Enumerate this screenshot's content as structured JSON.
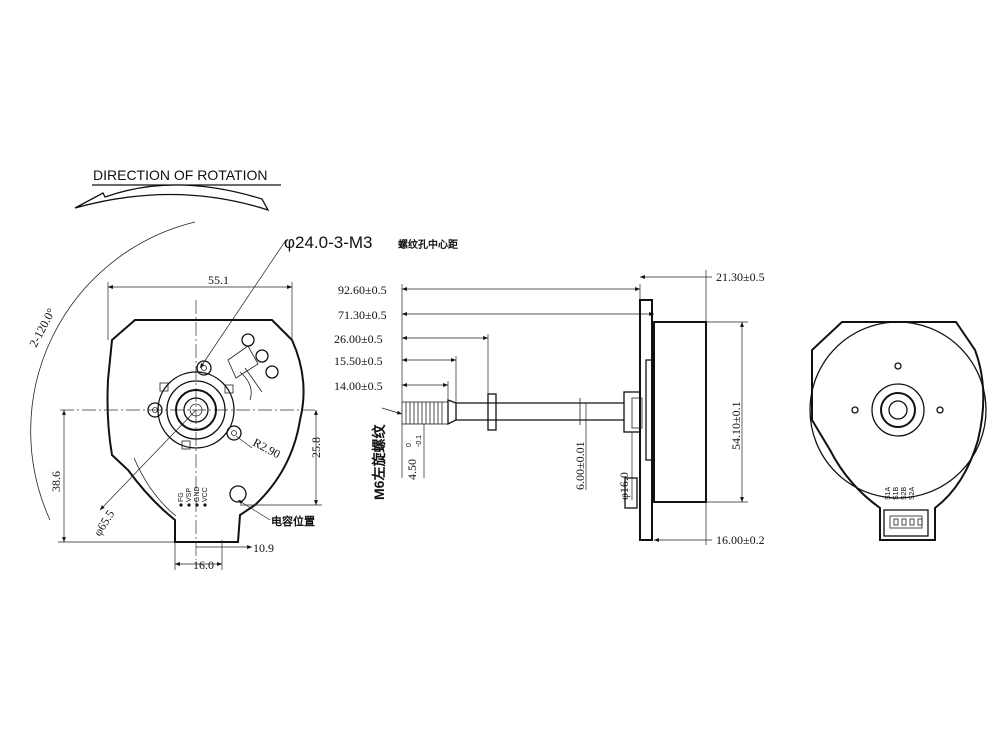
{
  "title": "DIRECTION OF ROTATION",
  "front_view": {
    "hole_spec": "φ24.0-3-M3",
    "hole_spec_note": "螺纹孔中心距",
    "angle": "2-120.0°",
    "width": "55.1",
    "height_right": "25.8",
    "height_left": "38.6",
    "diameter": "φ65.5",
    "radius": "R2.90",
    "offset_bottom": "16.0",
    "offset_right": "10.9",
    "capacitor_label": "电容位置",
    "pin_labels": [
      "FG",
      "VSP",
      "GND",
      "VCC"
    ]
  },
  "side_view": {
    "dims_left": [
      "92.60±0.5",
      "71.30±0.5",
      "26.00±0.5",
      "15.50±0.5",
      "14.00±0.5"
    ],
    "thread_label": "M6左旋螺纹",
    "thread_length": "4.50",
    "thread_tol_upper": "0",
    "thread_tol_lower": "-0.1",
    "shaft_dia": "6.00±0.01",
    "boss_dia": "φ16.0",
    "body_height": "54.10±0.1",
    "flange_top": "21.30±0.5",
    "flange_bottom": "16.00±0.2"
  },
  "rear_view": {
    "pin_labels": [
      "S1A",
      "S1B",
      "S2B",
      "S2A"
    ]
  }
}
